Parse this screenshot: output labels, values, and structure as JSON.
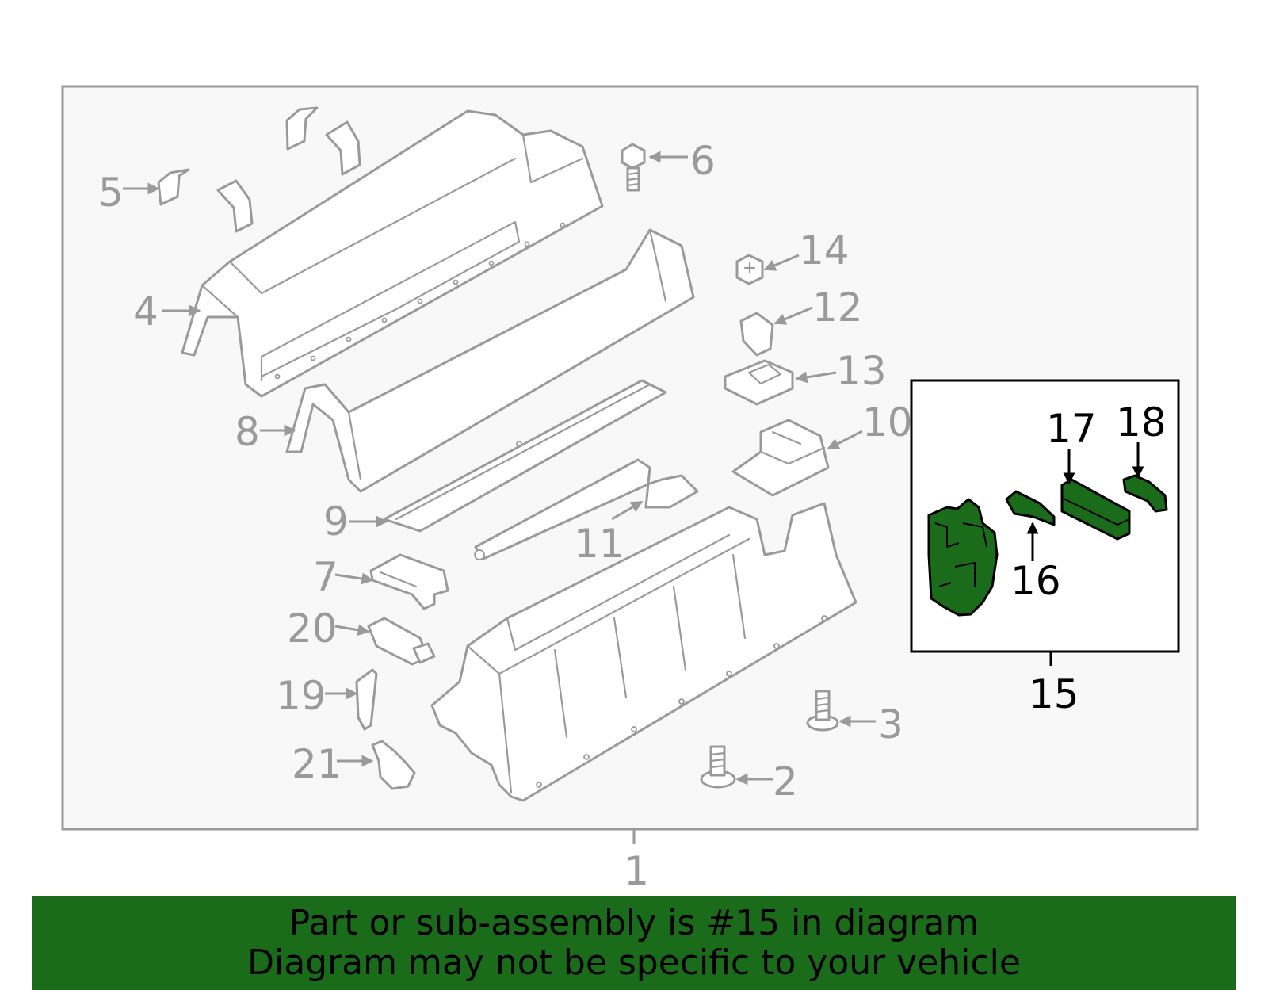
{
  "callouts": {
    "c1": "1",
    "c2": "2",
    "c3": "3",
    "c4": "4",
    "c5": "5",
    "c6": "6",
    "c7": "7",
    "c8": "8",
    "c9": "9",
    "c10": "10",
    "c11": "11",
    "c12": "12",
    "c13": "13",
    "c14": "14",
    "c15": "15",
    "c16": "16",
    "c17": "17",
    "c18": "18",
    "c19": "19",
    "c20": "20",
    "c21": "21"
  },
  "banner": {
    "line1": "Part or sub-assembly is #15 in diagram",
    "line2": "Diagram may not be specific to your vehicle"
  },
  "colors": {
    "highlight": "#1a6b1a",
    "part_stroke": "#9a9a9a",
    "panel_bg": "#f8f8f8"
  }
}
